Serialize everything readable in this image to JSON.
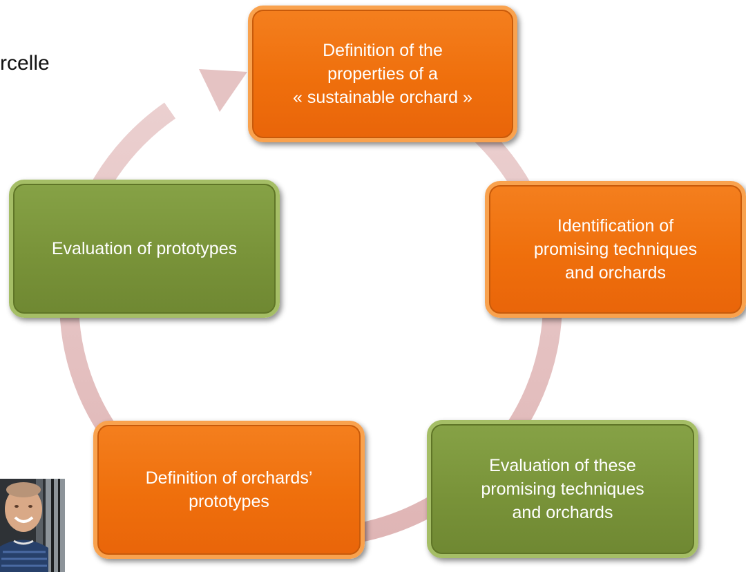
{
  "slide": {
    "partial_title": "rcelle"
  },
  "cycle": {
    "arrow_color": "#e5c3c3",
    "orange_color": "#ef6f0c",
    "green_color": "#799339",
    "steps": [
      {
        "text": "Definition of  the\nproperties of a\n« sustainable orchard »",
        "color": "orange"
      },
      {
        "text": "Identification  of\npromising techniques\nand orchards",
        "color": "orange"
      },
      {
        "text": "Evaluation of these\npromising techniques\nand orchards",
        "color": "green"
      },
      {
        "text": "Definition of orchards’\nprototypes",
        "color": "orange"
      },
      {
        "text": "Evaluation of prototypes",
        "color": "green"
      }
    ]
  }
}
